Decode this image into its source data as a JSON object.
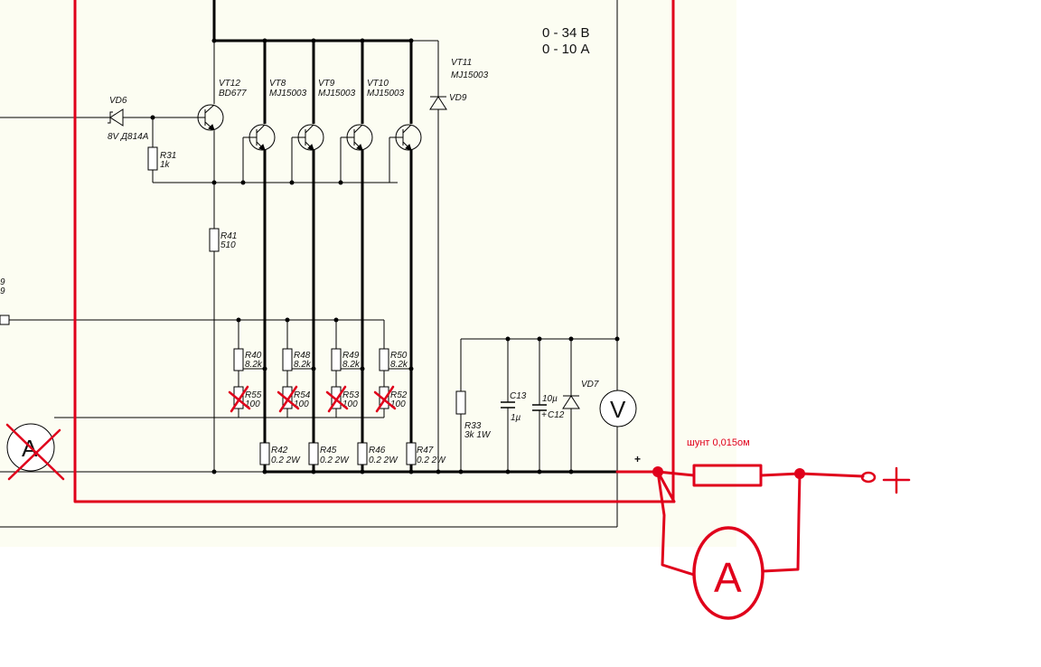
{
  "header": {
    "voltage_range": "0 - 34 В",
    "current_range": "0 - 10 А"
  },
  "components": {
    "VT12": {
      "ref": "VT12",
      "value": "BD677"
    },
    "VT8": {
      "ref": "VT8",
      "value": "MJ15003"
    },
    "VT9": {
      "ref": "VT9",
      "value": "MJ15003"
    },
    "VT10": {
      "ref": "VT10",
      "value": "MJ15003"
    },
    "VT11": {
      "ref": "VT11",
      "value": "MJ15003"
    },
    "VD6": {
      "ref": "VD6",
      "value": "8V Д814А"
    },
    "VD9": {
      "ref": "VD9"
    },
    "VD7": {
      "ref": "VD7"
    },
    "R31": {
      "ref": "R31",
      "value": "1k"
    },
    "R41": {
      "ref": "R41",
      "value": "510"
    },
    "R40": {
      "ref": "R40",
      "value": "8.2k"
    },
    "R48": {
      "ref": "R48",
      "value": "8.2k"
    },
    "R49": {
      "ref": "R49",
      "value": "8.2k"
    },
    "R50": {
      "ref": "R50",
      "value": "8.2k"
    },
    "R55": {
      "ref": "R55",
      "value": "100"
    },
    "R54": {
      "ref": "R54",
      "value": "100"
    },
    "R53": {
      "ref": "R53",
      "value": "100"
    },
    "R52": {
      "ref": "R52",
      "value": "100"
    },
    "R42": {
      "ref": "R42",
      "value": "0.2  2W"
    },
    "R45": {
      "ref": "R45",
      "value": "0.2  2W"
    },
    "R46": {
      "ref": "R46",
      "value": "0.2  2W"
    },
    "R47": {
      "ref": "R47",
      "value": "0.2  2W"
    },
    "R33": {
      "ref": "R33",
      "value": "3k 1W"
    },
    "C13": {
      "ref": "C13",
      "value": "1µ"
    },
    "C12": {
      "ref": "C12",
      "value": "10µ"
    }
  },
  "meters": {
    "voltmeter": "V",
    "ammeter_left": "A",
    "ammeter_added": "A"
  },
  "annotations": {
    "shunt": "шунт 0,015ом",
    "plus_terminal": "+",
    "plus_output": "+"
  },
  "edge_labels": {
    "left_a": "9",
    "left_b": "9"
  },
  "colors": {
    "background_paper": "#fcfdf2",
    "wire": "#000000",
    "annotation": "#e0001b"
  }
}
